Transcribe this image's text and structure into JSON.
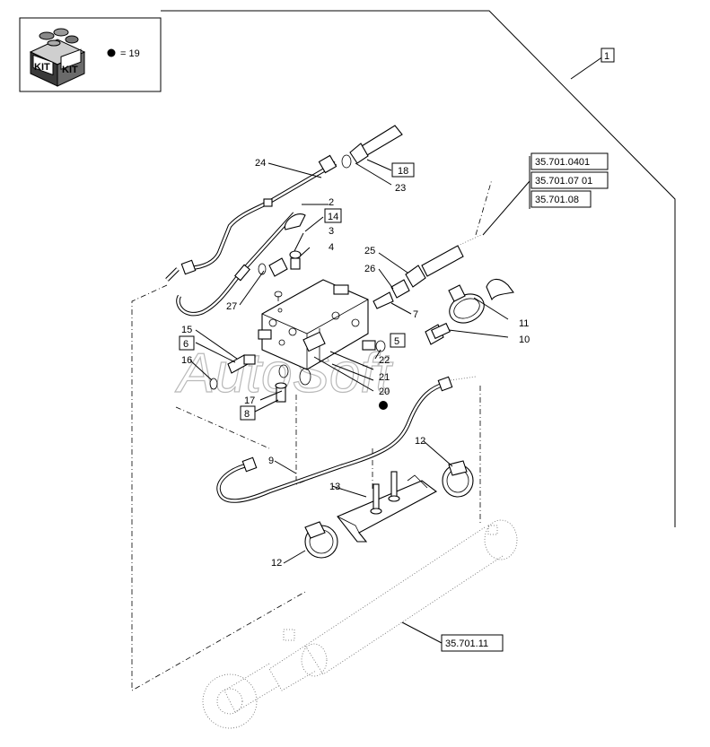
{
  "legend": {
    "kit_icon": "kit-box-icon",
    "kit_word_left": "KIT",
    "kit_word_right": "KIT",
    "dot_text": "= 19"
  },
  "watermark": "AutoSoft",
  "labels": {
    "p1": "1",
    "p2": "2",
    "p3": "3",
    "p4": "4",
    "p5": "5",
    "p6": "6",
    "p7": "7",
    "p8": "8",
    "p9": "9",
    "p10": "10",
    "p11": "11",
    "p12a": "12",
    "p12b": "12",
    "p13": "13",
    "p14": "14",
    "p15": "15",
    "p16": "16",
    "p17": "17",
    "p18": "18",
    "p20": "20",
    "p21": "21",
    "p22": "22",
    "p23": "23",
    "p24": "24",
    "p25": "25",
    "p26": "26",
    "p27": "27"
  },
  "references": {
    "ref1": "35.701.0401",
    "ref2": "35.701.07 01",
    "ref3": "35.701.08",
    "ref4": "35.701.11"
  }
}
